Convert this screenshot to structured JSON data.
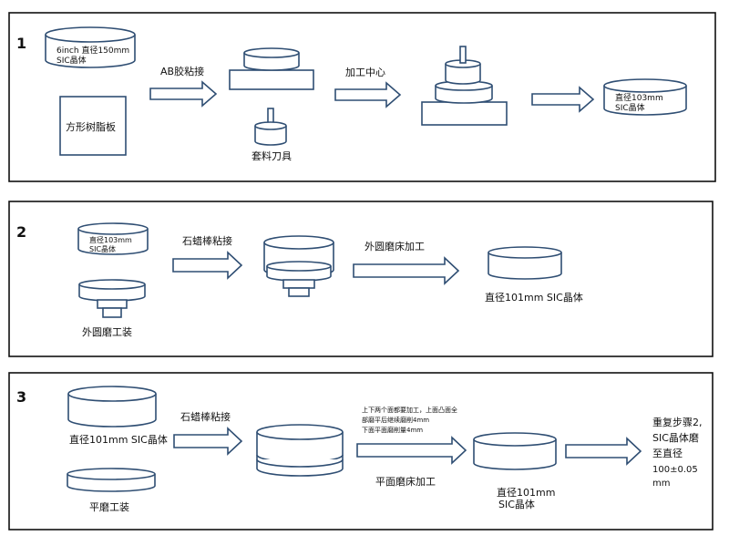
{
  "steps": [
    {
      "number": "1",
      "wafer_label_line1": "6inch 直径150mm",
      "wafer_label_line2": "SIC晶体",
      "board_label": "方形树脂板",
      "arrow1_label": "AB胶粘接",
      "tool_label": "套料刀具",
      "arrow2_label": "加工中心",
      "result_line1": "直径103mm",
      "result_line2": "SIC晶体"
    },
    {
      "number": "2",
      "wafer_label_line1": "直径103mm",
      "wafer_label_line2": "SIC晶体",
      "fixture_label": "外圆磨工装",
      "arrow1_label": "石蜡棒粘接",
      "arrow2_label": "外圆磨床加工",
      "result_label": "直径101mm SIC晶体"
    },
    {
      "number": "3",
      "wafer_label": "直径101mm SIC晶体",
      "fixture_label": "平磨工装",
      "arrow1_label": "石蜡棒粘接",
      "note_line1": "上下两个面都要加工，上面凸面全",
      "note_line2": "部磨平后继续磨削4mm",
      "note_line3": "下面平面磨削量4mm",
      "arrow2_label": "平面磨床加工",
      "result_line1": "直径101mm",
      "result_line2": "SIC晶体",
      "final_line1": "重复步骤2,",
      "final_line2": "SIC晶体磨",
      "final_line3": "至直径",
      "final_line4": "100±0.05",
      "final_line5": "mm"
    }
  ]
}
